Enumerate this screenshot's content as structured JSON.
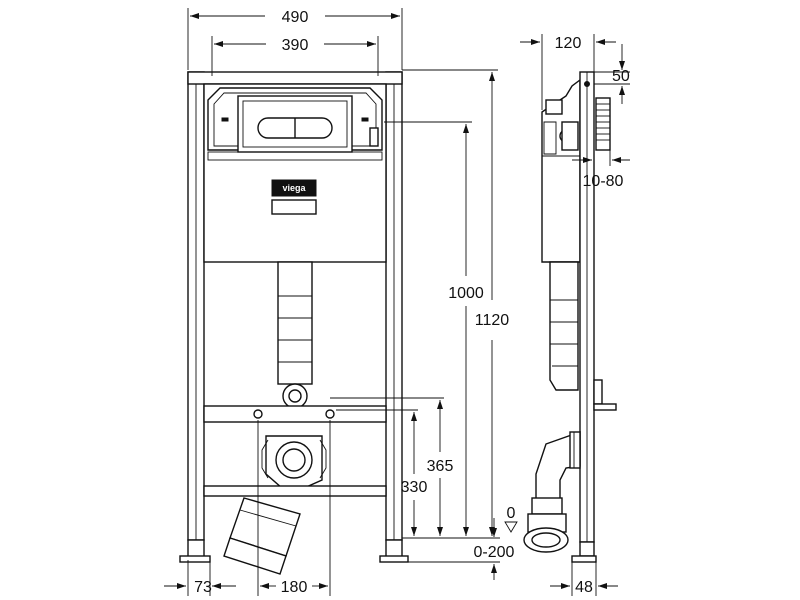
{
  "labels": {
    "width_total": "490",
    "width_inner": "390",
    "height_flush": "1000",
    "height_total": "1120",
    "height_365": "365",
    "height_330": "330",
    "adjust_range": "0-200",
    "floor_level": "0",
    "offset_73": "73",
    "spacing_180": "180",
    "depth_120": "120",
    "depth_50": "50",
    "wall_range": "10-80",
    "foot_48": "48"
  },
  "logo": {
    "text": "viega"
  },
  "colors": {
    "line": "#111111",
    "background": "#ffffff"
  }
}
